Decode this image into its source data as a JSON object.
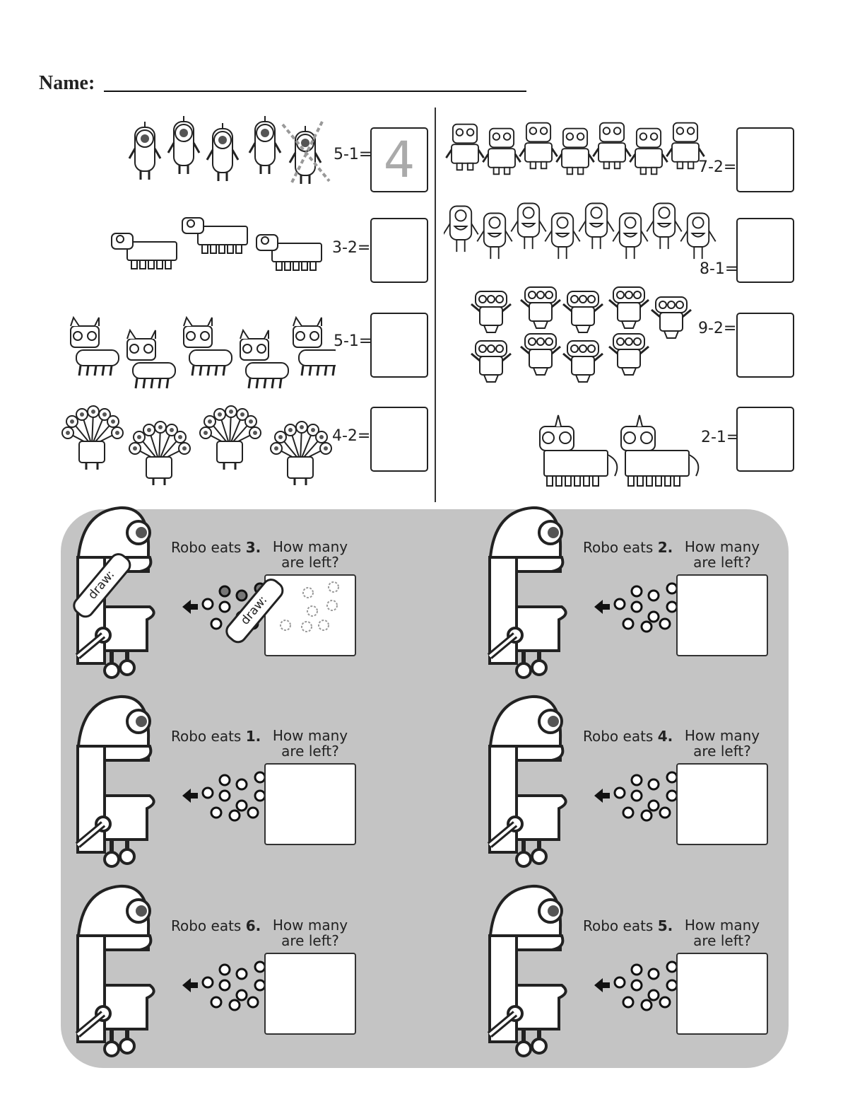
{
  "name_label": "Name:",
  "left_rows": [
    {
      "equation": "5-1=",
      "traced_answer": "4",
      "robot": "one-eyed-tall-robot",
      "count": 5
    },
    {
      "equation": "3-2=",
      "traced_answer": "",
      "robot": "dog-robot",
      "count": 3
    },
    {
      "equation": "5-1=",
      "traced_answer": "",
      "robot": "cat-robot",
      "count": 5
    },
    {
      "equation": "4-2=",
      "traced_answer": "",
      "robot": "peacock-robot",
      "count": 4
    }
  ],
  "right_rows": [
    {
      "equation": "7-2=",
      "traced_answer": "",
      "robot": "box-robot",
      "count": 7
    },
    {
      "equation": "8-1=",
      "traced_answer": "",
      "robot": "cyclops-robot",
      "count": 8
    },
    {
      "equation": "9-2=",
      "traced_answer": "",
      "robot": "three-eyed-robot",
      "count": 9
    },
    {
      "equation": "2-1=",
      "traced_answer": "",
      "robot": "unicorn-robot",
      "count": 2
    }
  ],
  "robo_items": [
    {
      "eats_prefix": "Robo eats ",
      "eats_num": "3",
      "eats_suffix": ".",
      "question_line1": "How many",
      "question_line2": "are left?",
      "example": true,
      "pencil_label": "draw:"
    },
    {
      "eats_prefix": "Robo eats ",
      "eats_num": "2",
      "eats_suffix": ".",
      "question_line1": "How many",
      "question_line2": "are left?",
      "example": false
    },
    {
      "eats_prefix": "Robo eats ",
      "eats_num": "1",
      "eats_suffix": ".",
      "question_line1": "How many",
      "question_line2": "are left?",
      "example": false
    },
    {
      "eats_prefix": "Robo eats ",
      "eats_num": "4",
      "eats_suffix": ".",
      "question_line1": "How many",
      "question_line2": "are left?",
      "example": false
    },
    {
      "eats_prefix": "Robo eats ",
      "eats_num": "6",
      "eats_suffix": ".",
      "question_line1": "How many",
      "question_line2": "are left?",
      "example": false
    },
    {
      "eats_prefix": "Robo eats ",
      "eats_num": "5",
      "eats_suffix": ".",
      "question_line1": "How many",
      "question_line2": "are left?",
      "example": false
    }
  ],
  "colors": {
    "panel": "#c4c4c4",
    "ink": "#222222",
    "shade": "#888888"
  }
}
